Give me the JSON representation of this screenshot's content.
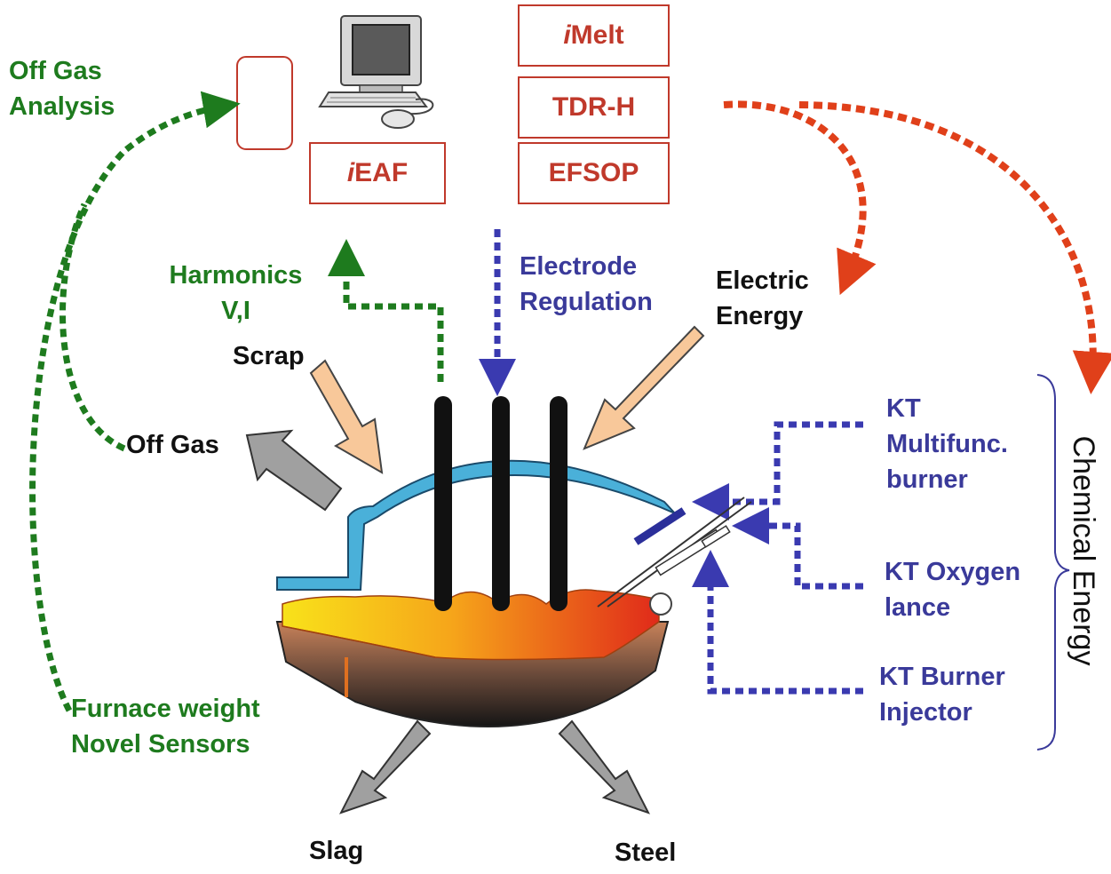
{
  "labels": {
    "off_gas_analysis": [
      "Off Gas",
      "Analysis"
    ],
    "harmonics": [
      "Harmonics",
      "V,I"
    ],
    "electrode_regulation": [
      "Electrode",
      "Regulation"
    ],
    "electric_energy": [
      "Electric",
      "Energy"
    ],
    "scrap": "Scrap",
    "off_gas": "Off Gas",
    "kt_multifunc": [
      "KT",
      "Multifunc.",
      "burner"
    ],
    "kt_oxygen": [
      "KT Oxygen",
      "lance"
    ],
    "kt_burner": [
      "KT Burner",
      "Injector"
    ],
    "furnace_weight": [
      "Furnace weight",
      "Novel Sensors"
    ],
    "slag": "Slag",
    "steel": "Steel",
    "chemical_energy": "Chemical Energy"
  },
  "boxes": {
    "imelt": {
      "prefix": "i",
      "text": "Melt"
    },
    "tdr_h": {
      "text": "TDR-H"
    },
    "efsop": {
      "text": "EFSOP"
    },
    "ieaf": {
      "prefix": "i",
      "text": "EAF"
    }
  },
  "colors": {
    "green_arrow": "#1e7b1e",
    "red_arrow": "#e0401a",
    "blue_arrow": "#3a3ab0",
    "gray_arrow": "#a0a0a0",
    "peach_arrow": "#f8c89a",
    "roof": "#4ab0d9",
    "electrode": "#111111"
  }
}
